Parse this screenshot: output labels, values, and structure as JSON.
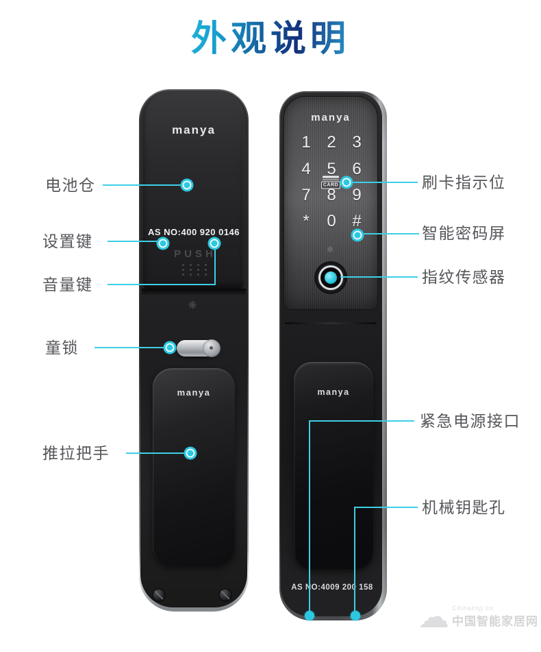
{
  "title": "外观说明",
  "annotations": {
    "left": [
      {
        "label": "电池仓"
      },
      {
        "label": "设置键"
      },
      {
        "label": "音量键"
      },
      {
        "label": "童锁"
      },
      {
        "label": "推拉把手"
      }
    ],
    "right": [
      {
        "label": "刷卡指示位"
      },
      {
        "label": "智能密码屏"
      },
      {
        "label": "指纹传感器"
      },
      {
        "label": "紧急电源接口"
      },
      {
        "label": "机械钥匙孔"
      }
    ]
  },
  "lock_back": {
    "brand": "manya",
    "serial": "AS NO:400 920 0146",
    "push_label": "PUSH",
    "handle_brand": "manya"
  },
  "lock_front": {
    "brand": "manya",
    "keypad": [
      "1",
      "2",
      "3",
      "4",
      "5",
      "6",
      "7",
      "8",
      "9",
      "*",
      "0",
      "#"
    ],
    "card_label": "CARD",
    "handle_brand": "manya",
    "serial": "AS NO:4009 200 158"
  },
  "watermark": {
    "line1": "Chinaznjj.cn",
    "line2": "中国智能家居网"
  },
  "colors": {
    "accent_cyan": "#2cc8e2",
    "leader_line": "#3ecfe6",
    "label_text": "#55565a",
    "title_navy": "#16357c",
    "title_cyan": "#2bc4e4"
  }
}
